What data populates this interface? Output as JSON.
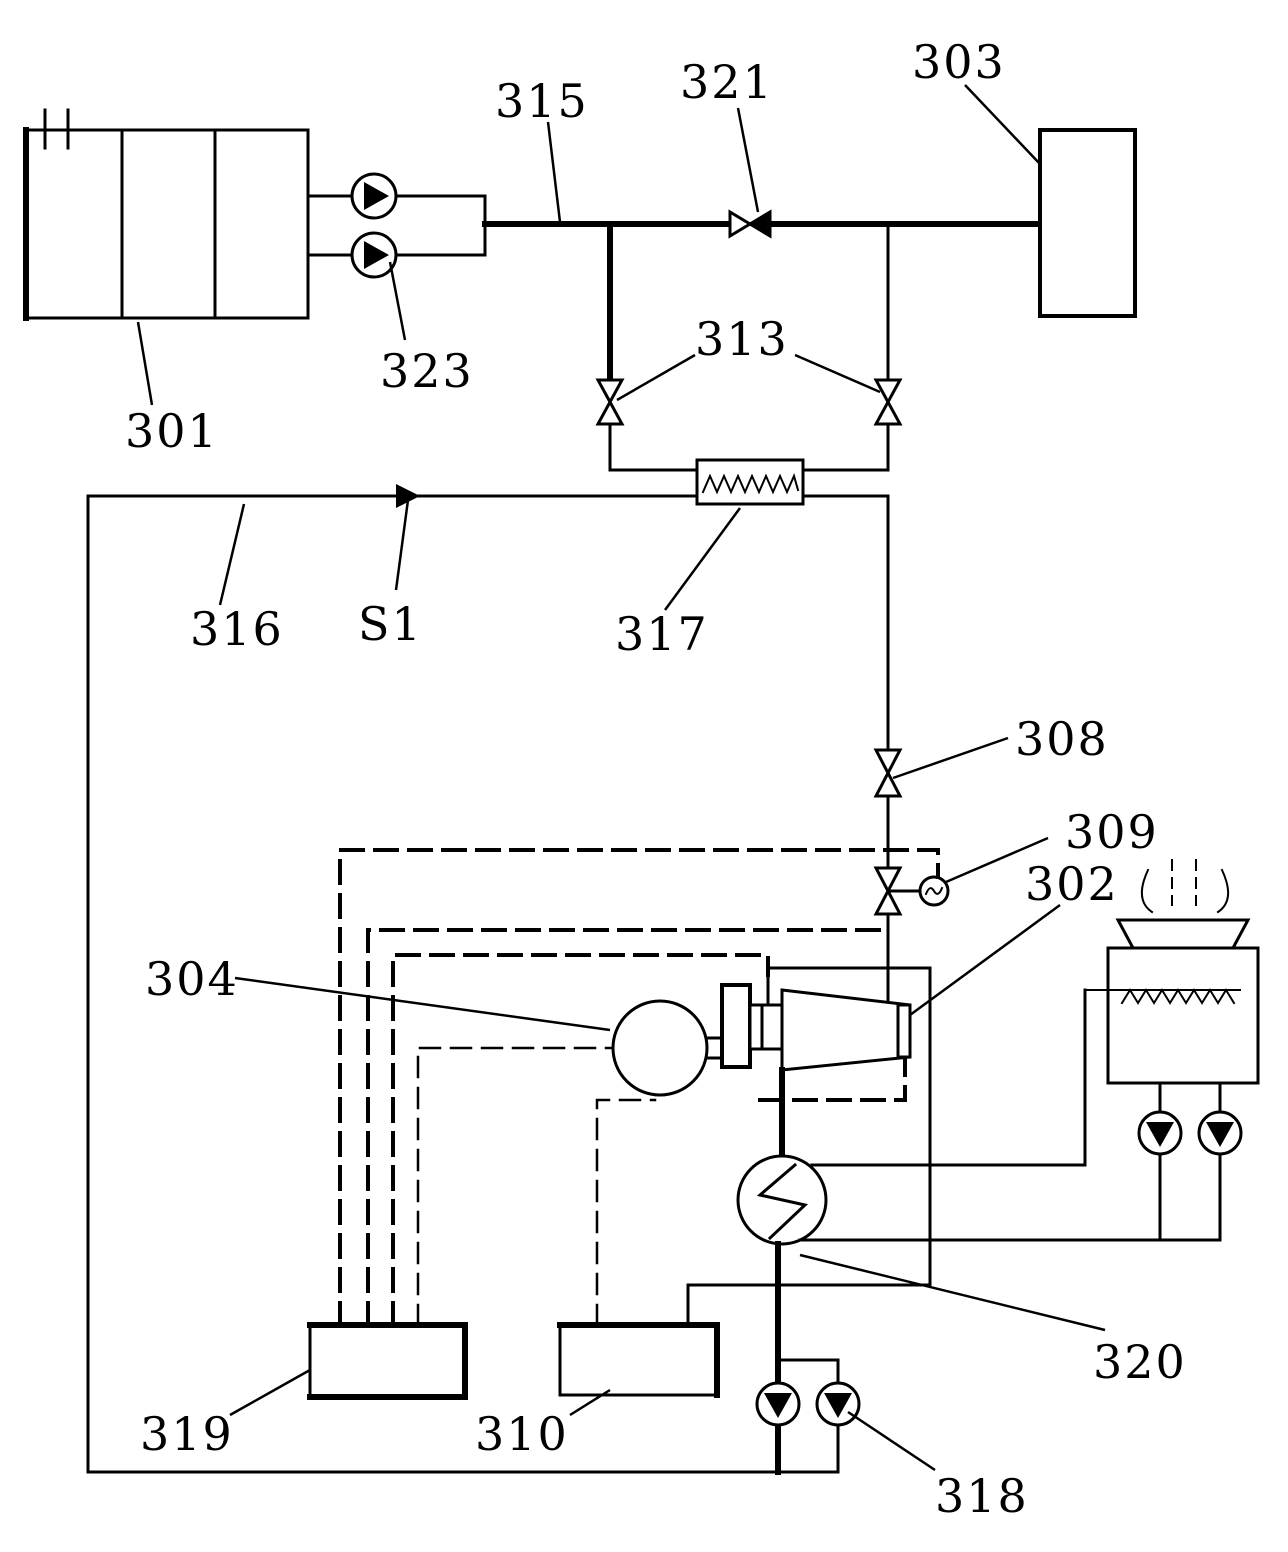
{
  "diagram": {
    "labels": {
      "l301": "301",
      "l302": "302",
      "l303": "303",
      "l304": "304",
      "l308": "308",
      "l309": "309",
      "l310": "310",
      "l313": "313",
      "l315": "315",
      "l316": "316",
      "l317": "317",
      "l318": "318",
      "l319": "319",
      "l320": "320",
      "l321": "321",
      "l323": "323",
      "lS1": "S1"
    }
  }
}
